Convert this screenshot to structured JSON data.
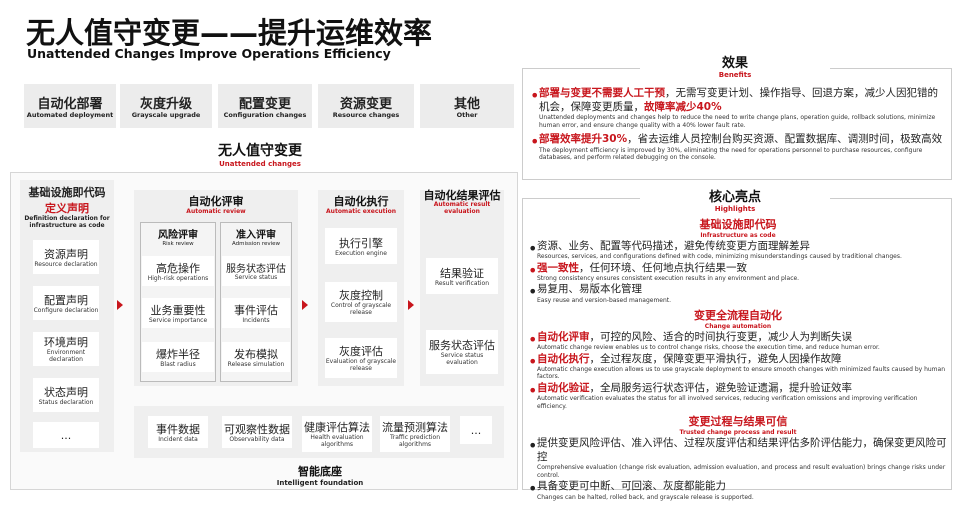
{
  "title": "无人值守变更——提升运维效率",
  "subtitle": "Unattended Changes Improve Operations Efficiency",
  "tabs": [
    {
      "cn": "自动化部署",
      "en": "Automated deployment"
    },
    {
      "cn": "灰度升级",
      "en": "Grayscale upgrade"
    },
    {
      "cn": "配置变更",
      "en": "Configuration changes"
    },
    {
      "cn": "资源变更",
      "en": "Resource changes"
    },
    {
      "cn": "其他",
      "en": "Other"
    }
  ],
  "unattended": {
    "cn": "无人值守变更",
    "en": "Unattended changes"
  },
  "iac": {
    "title_cn": "基础设施即代码",
    "title2_cn": "定义声明",
    "title_en": "Definition declaration for infrastructure as code",
    "items": [
      {
        "cn": "资源声明",
        "en": "Resource declaration"
      },
      {
        "cn": "配置声明",
        "en": "Configure declaration"
      },
      {
        "cn": "环境声明",
        "en": "Environment declaration"
      },
      {
        "cn": "状态声明",
        "en": "Status declaration"
      },
      {
        "cn": "...",
        "en": ""
      }
    ]
  },
  "review": {
    "title_cn": "自动化评审",
    "title_en": "Automatic review",
    "risk": {
      "cn": "风险评审",
      "en": "Risk review",
      "items": [
        {
          "cn": "高危操作",
          "en": "High-risk operations"
        },
        {
          "cn": "业务重要性",
          "en": "Service importance"
        },
        {
          "cn": "爆炸半径",
          "en": "Blast radius"
        }
      ]
    },
    "admission": {
      "cn": "准入评审",
      "en": "Admission review",
      "items": [
        {
          "cn": "服务状态评估",
          "en": "Service status"
        },
        {
          "cn": "事件评估",
          "en": "Incidents"
        },
        {
          "cn": "发布模拟",
          "en": "Release simulation"
        }
      ]
    }
  },
  "execution": {
    "title_cn": "自动化执行",
    "title_en": "Automatic execution",
    "items": [
      {
        "cn": "执行引擎",
        "en": "Execution engine"
      },
      {
        "cn": "灰度控制",
        "en": "Control of grayscale release"
      },
      {
        "cn": "灰度评估",
        "en": "Evaluation of grayscale release"
      }
    ]
  },
  "evaluation": {
    "title_cn": "自动化结果评估",
    "title_en": "Automatic result evaluation",
    "items": [
      {
        "cn": "结果验证",
        "en": "Result verification"
      },
      {
        "cn": "服务状态评估",
        "en": "Service status evaluation"
      }
    ]
  },
  "foundation": {
    "title_cn": "智能底座",
    "title_en": "Intelligent foundation",
    "items": [
      {
        "cn": "事件数据",
        "en": "Incident data"
      },
      {
        "cn": "可观察性数据",
        "en": "Observability data"
      },
      {
        "cn": "健康评估算法",
        "en": "Health evaluation algorithms"
      },
      {
        "cn": "流量预测算法",
        "en": "Traffic prediction algorithms"
      },
      {
        "cn": "...",
        "en": ""
      }
    ]
  },
  "benefits": {
    "title_cn": "效果",
    "title_en": "Benefits",
    "p1_red": "部署与变更不需要人工干预",
    "p1_rest": "，无需写变更计划、操作指导、回退方案，减少人因犯错的机会，保障变更质量，",
    "p1_red2": "故障率减少40%",
    "p1_en": "Unattended deployments and changes help to reduce the need to write change plans, operation guide, rollback solutions, minimize human error, and ensure change quality with a 40% lower fault rate.",
    "p2_red": "部署效率提升30%",
    "p2_rest": "，省去运维人员控制台购买资源、配置数据库、调测时间，极致高效",
    "p2_en": "The deployment efficiency is improved by 30%, eliminating the need for operations personnel to purchase resources, configure databases, and perform related debugging on the console."
  },
  "highlights": {
    "title_cn": "核心亮点",
    "title_en": "Highlights",
    "s1": {
      "cn": "基础设施即代码",
      "en": "Infrastructure as code",
      "b1": "资源、业务、配置等代码描述，避免传统变更方面理解差异",
      "b1en": "Resources, services, and configurations defined with code, minimizing misunderstandings caused by traditional changes.",
      "b2red": "强一致性",
      "b2": "，任何环境、任何地点执行结果一致",
      "b2en": "Strong consistency ensures consistent execution results in any environment and place.",
      "b3": "易复用、易版本化管理",
      "b3en": "Easy reuse and version-based management."
    },
    "s2": {
      "cn": "变更全流程自动化",
      "en": "Change automation",
      "b1red": "自动化评审",
      "b1": "，可控的风险、适合的时间执行变更，减少人为判断失误",
      "b1en": "Automatic change review enables us to control change risks, choose the execution time, and reduce human error.",
      "b2red": "自动化执行",
      "b2": "，全过程灰度，保障变更平滑执行，避免人因操作故障",
      "b2en": "Automatic change execution allows us to use grayscale deployment to ensure smooth changes with minimized faults caused by human factors.",
      "b3red": "自动化验证",
      "b3": "，全局服务运行状态评估，避免验证遗漏，提升验证效率",
      "b3en": "Automatic verification evaluates the status for all involved services, reducing verification omissions and improving verification efficiency."
    },
    "s3": {
      "cn": "变更过程与结果可信",
      "en": "Trusted change process and result",
      "b1": "提供变更风险评估、准入评估、过程灰度评估和结果评估多阶评估能力，确保变更风险可控",
      "b1en": "Comprehensive evaluation (change risk evaluation, admission evaluation, and process and result evaluation) brings change risks under control.",
      "b2": "具备变更可中断、可回滚、灰度都能能力",
      "b2en": "Changes can be halted, rolled back, and grayscale release is supported."
    }
  }
}
